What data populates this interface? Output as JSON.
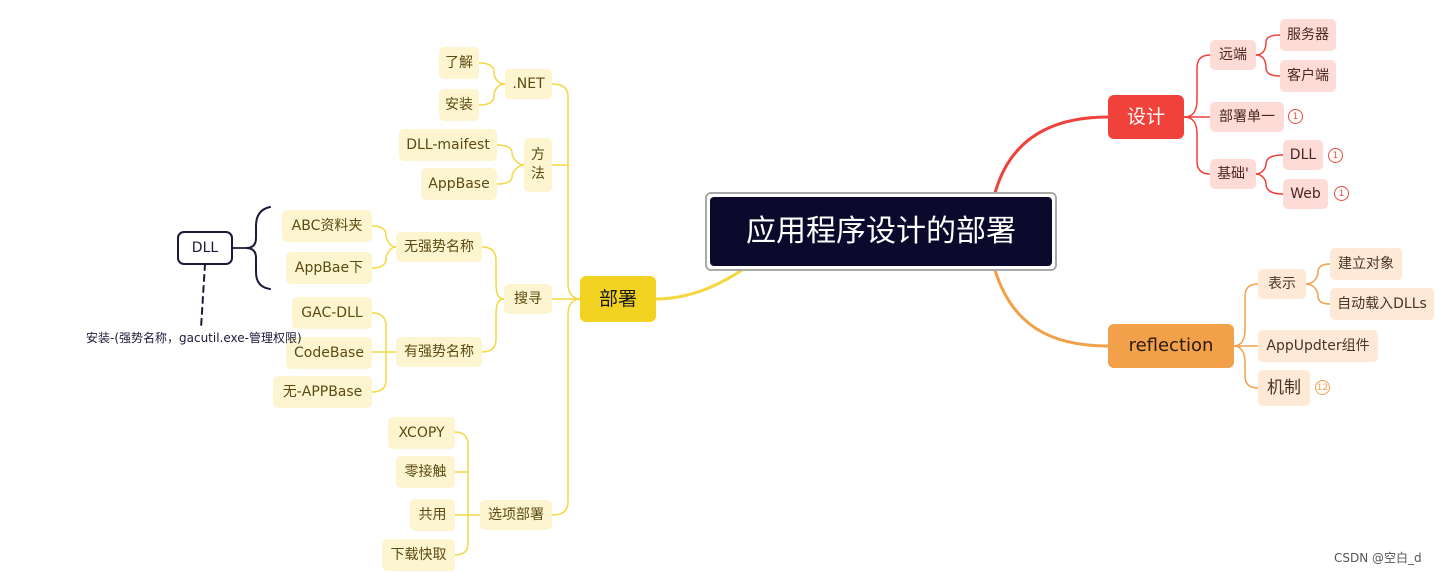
{
  "root": {
    "label": "应用程序设计的部署"
  },
  "branches": {
    "design": {
      "label": "设计",
      "remote": {
        "label": "远端",
        "server": "服务器",
        "client": "客户端"
      },
      "single": {
        "label": "部署单一",
        "count": "1"
      },
      "basis": {
        "label": "基础'",
        "dll": "DLL",
        "dll_count": "1",
        "web": "Web",
        "web_count": "1"
      }
    },
    "reflection": {
      "label": "reflection",
      "represent": {
        "label": "表示",
        "build": "建立对象",
        "autoload": "自动载入DLLs"
      },
      "updater": "AppUpdter组件",
      "mechanism": {
        "label": "机制",
        "count": "12"
      }
    },
    "deploy": {
      "label": "部署",
      "net": {
        "label": ".NET",
        "understand": "了解",
        "install": "安装"
      },
      "method": {
        "label": "方\n法",
        "manifest": "DLL-maifest",
        "appbase": "AppBase"
      },
      "search": {
        "label": "搜寻",
        "weak": {
          "label": "无强势名称",
          "abc": "ABC资料夹",
          "appbae": "AppBae下"
        },
        "strong": {
          "label": "有强势名称",
          "gac": "GAC-DLL",
          "codebase": "CodeBase",
          "noapp": "无-APPBase"
        }
      },
      "options": {
        "label": "选项部署",
        "xcopy": "XCOPY",
        "zero": "零接触",
        "shared": "共用",
        "download": "下载快取"
      }
    }
  },
  "callout": {
    "dll": "DLL",
    "install_note": "安装-(强势名称，gacutil.exe-管理权限)"
  },
  "watermark": "CSDN @空白_d",
  "colors": {
    "root_bg": "#0b0a2c",
    "design": "#f0413a",
    "reflection": "#f2a04a",
    "deploy": "#f2d322",
    "deploy_line": "#f4d841",
    "callout_line": "#1a1a3a"
  }
}
